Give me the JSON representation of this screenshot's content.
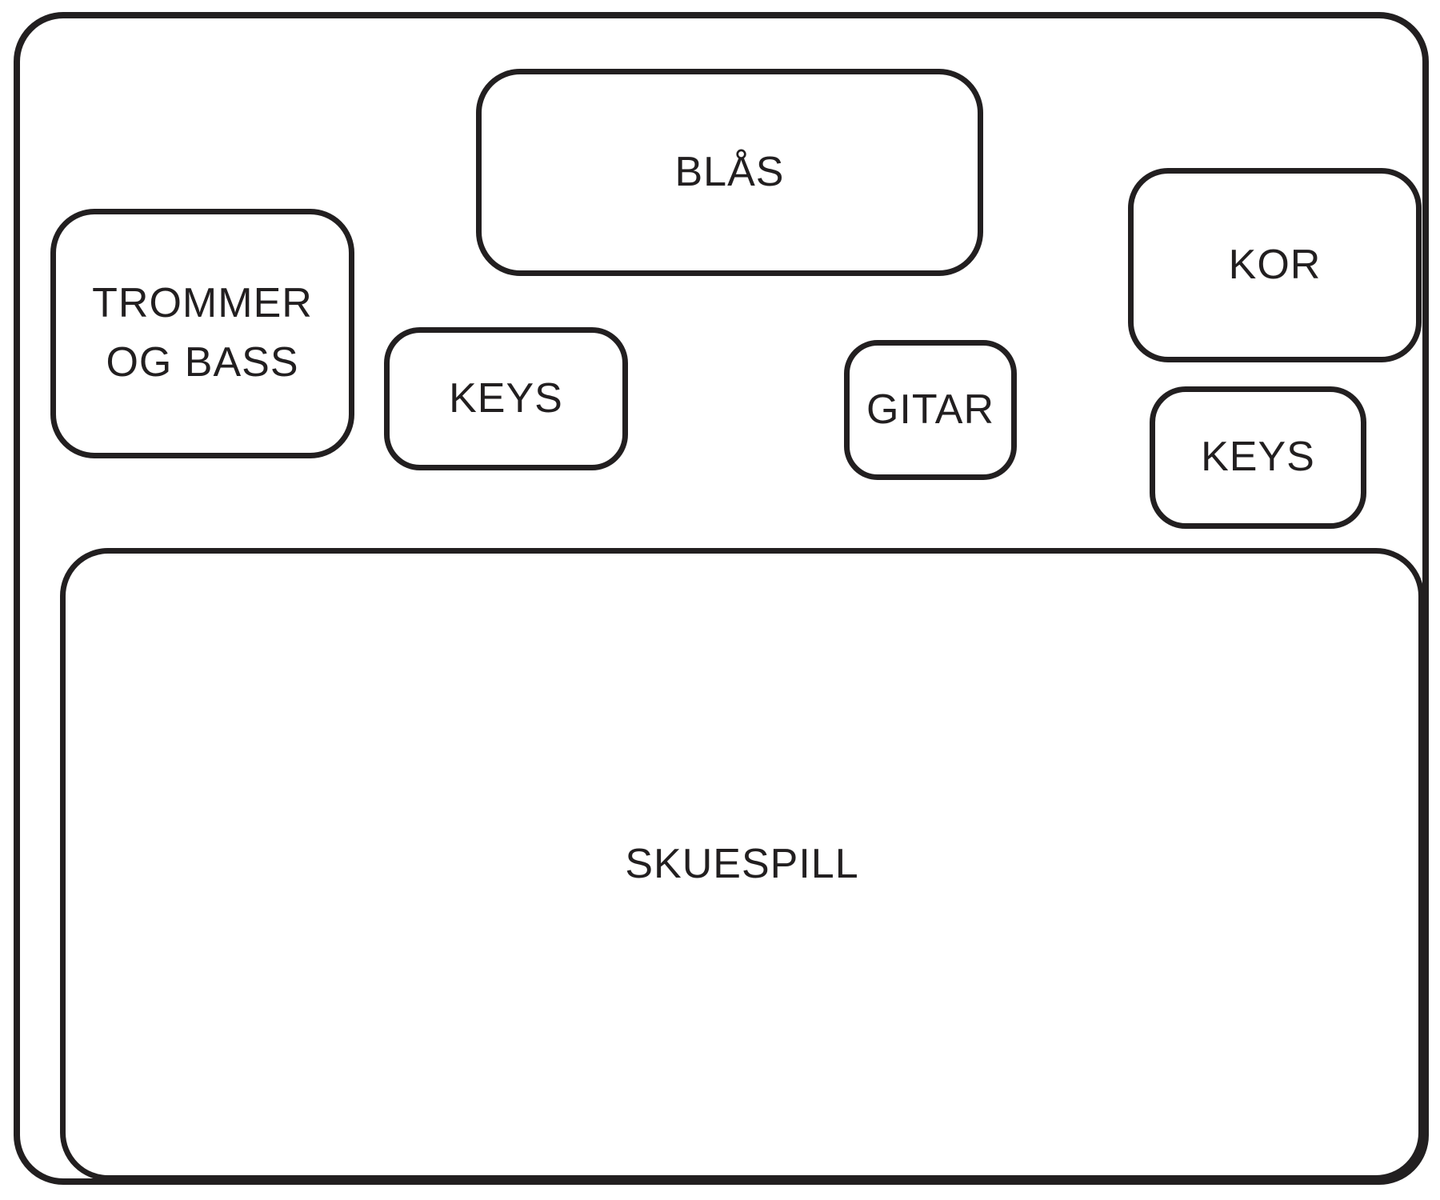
{
  "stage": {
    "zones": {
      "blas": {
        "label": "BLÅS"
      },
      "trommer_og_bass": {
        "label": "TROMMER OG BASS"
      },
      "keys_left": {
        "label": "KEYS"
      },
      "gitar": {
        "label": "GITAR"
      },
      "kor": {
        "label": "KOR"
      },
      "keys_right": {
        "label": "KEYS"
      },
      "skuespill": {
        "label": "SKUESPILL"
      }
    },
    "colors": {
      "outline": "#221f20",
      "background": "#ffffff"
    }
  }
}
